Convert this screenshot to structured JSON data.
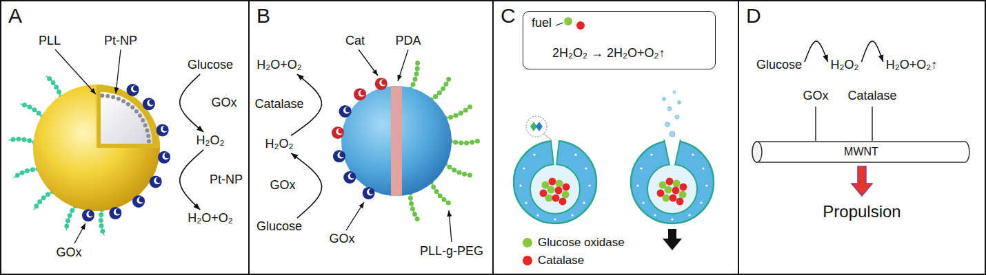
{
  "diagram": {
    "nodes": [
      {
        "text": [
          "A"
        ]
      },
      {
        "text": [
          "Glucose"
        ],
        "in": 0
      },
      {
        "text": [
          "H₂O₂"
        ],
        "in": 0
      },
      {
        "text": [
          "H₂O+O₂"
        ],
        "in": 0
      },
      {
        "text": [
          "B"
        ]
      },
      {
        "text": [
          "H₂O+O₂"
        ],
        "in": 4
      },
      {
        "text": [
          "H₂O₂"
        ],
        "in": 4
      },
      {
        "text": [
          "Glucose"
        ],
        "in": 4
      },
      {
        "text": [
          "C"
        ]
      },
      {
        "text": [
          "fuel",
          "2H₂O₂ → 2H₂O+O₂↑"
        ],
        "in": 8
      },
      {
        "text": [
          "D"
        ]
      },
      {
        "text": [
          "Glucose"
        ],
        "in": 10
      },
      {
        "text": [
          "H₂O₂"
        ],
        "in": 10
      },
      {
        "text": [
          "H₂O+O₂↑"
        ],
        "in": 10
      },
      {
        "text": [
          "MWNT"
        ],
        "in": 10
      }
    ],
    "edges": [
      {
        "from": 1,
        "to": 2,
        "label": "GOx",
        "arrow": "to"
      },
      {
        "from": 2,
        "to": 3,
        "label": "Pt-NP",
        "arrow": "to"
      },
      {
        "from": 7,
        "to": 6,
        "label": "GOx",
        "arrow": "to"
      },
      {
        "from": 6,
        "to": 5,
        "label": "Catalase",
        "arrow": "to"
      },
      {
        "from": 11,
        "to": 12,
        "label": "GOx",
        "arrow": "to"
      },
      {
        "from": 12,
        "to": 13,
        "label": "Catalase",
        "arrow": "to"
      }
    ],
    "labels": [
      "PLL",
      "Pt-NP",
      "GOx",
      "Cat",
      "PDA",
      "GOx",
      "PLL-g-PEG",
      "Propulsion"
    ],
    "legend": [
      {
        "text": "Glucose oxidase",
        "color": "#8cc63f"
      },
      {
        "text": "Catalase",
        "color": "#e8262a"
      }
    ]
  }
}
